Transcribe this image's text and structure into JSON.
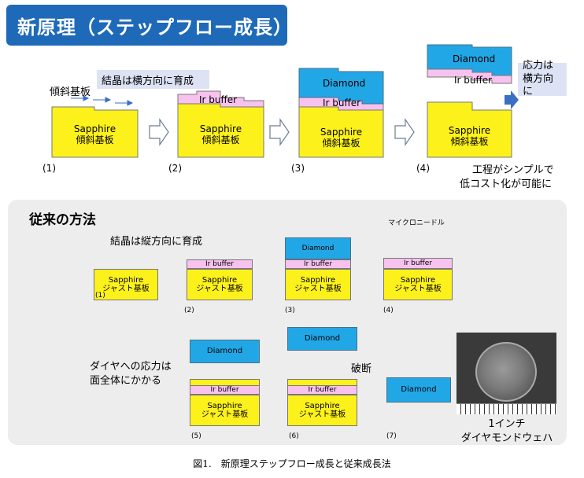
{
  "title": "新原理（ステップフロー成長）",
  "top": {
    "callout_lateral": "結晶は横方向に育成",
    "tilted_substrate_label": "傾斜基板",
    "sapphire": "Sapphire",
    "tilted_substrate": "傾斜基板",
    "ir_buffer": "Ir buffer",
    "diamond": "Diamond",
    "stress_line1": "応力は",
    "stress_line2": "横方向に",
    "simple_line1": "工程がシンプルで",
    "simple_line2": "低コスト化が可能に",
    "steps": [
      "(1)",
      "(2)",
      "(3)",
      "(4)"
    ]
  },
  "conventional": {
    "section_title": "従来の方法",
    "callout_vertical": "結晶は縦方向に育成",
    "micro_needle": "マイクロニードル",
    "sapphire": "Sapphire",
    "just_substrate": "ジャスト基板",
    "ir_buffer": "Ir buffer",
    "ir_buffer_spaced": "Ir  buffer",
    "diamond": "Diamond",
    "stress_line1": "ダイヤへの応力は",
    "stress_line2": "面全体にかかる",
    "fracture": "破断",
    "wafer_line1": "1インチ",
    "wafer_line2": "ダイヤモンドウェハ",
    "steps": [
      "(1)",
      "(2)",
      "(3)",
      "(4)",
      "(5)",
      "(6)",
      "(7)"
    ]
  },
  "caption": "図1.　新原理ステップフロー成長と従来成長法",
  "colors": {
    "banner": "#1e6ab8",
    "substrate": "#fdf11c",
    "ir_buffer": "#f8c2ef",
    "diamond": "#22a7e6",
    "arrow": "#3a6fc4",
    "callout": "#dde3f5",
    "panel": "#ededed"
  }
}
